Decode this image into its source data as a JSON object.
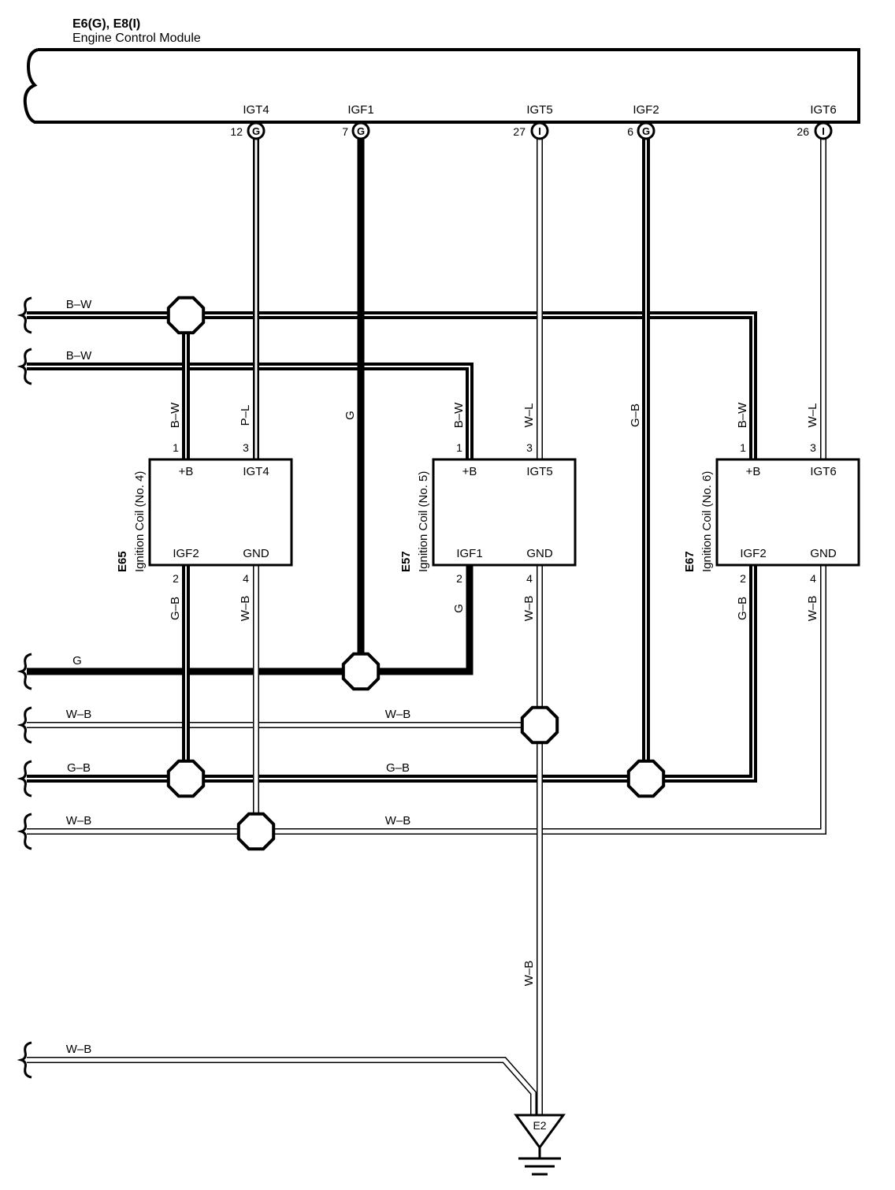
{
  "ecm": {
    "connector": "E6(G), E8(I)",
    "name": "Engine Control Module",
    "pins": [
      {
        "signal": "IGT4",
        "number": "12",
        "connector": "G"
      },
      {
        "signal": "IGF1",
        "number": "7",
        "connector": "G",
        "wire": "G"
      },
      {
        "signal": "IGT5",
        "number": "27",
        "connector": "I"
      },
      {
        "signal": "IGF2",
        "number": "6",
        "connector": "G",
        "wire": "G–B"
      },
      {
        "signal": "IGT6",
        "number": "26",
        "connector": "I"
      }
    ]
  },
  "coils": [
    {
      "id": "E65",
      "name": "Ignition Coil (No. 4)",
      "terminals": [
        {
          "name": "+B",
          "pin": "1",
          "wire": "B–W"
        },
        {
          "name": "IGT4",
          "pin": "3",
          "wire": "P–L"
        },
        {
          "name": "IGF2",
          "pin": "2",
          "wire": "G–B"
        },
        {
          "name": "GND",
          "pin": "4",
          "wire": "W–B"
        }
      ]
    },
    {
      "id": "E57",
      "name": "Ignition Coil (No. 5)",
      "terminals": [
        {
          "name": "+B",
          "pin": "1",
          "wire": "B–W"
        },
        {
          "name": "IGT5",
          "pin": "3",
          "wire": "W–L"
        },
        {
          "name": "IGF1",
          "pin": "2",
          "wire": "G"
        },
        {
          "name": "GND",
          "pin": "4",
          "wire": "W–B"
        }
      ]
    },
    {
      "id": "E67",
      "name": "Ignition Coil (No. 6)",
      "terminals": [
        {
          "name": "+B",
          "pin": "1",
          "wire": "B–W"
        },
        {
          "name": "IGT6",
          "pin": "3",
          "wire": "W–L"
        },
        {
          "name": "IGF2",
          "pin": "2",
          "wire": "G–B"
        },
        {
          "name": "GND",
          "pin": "4",
          "wire": "W–B"
        }
      ]
    }
  ],
  "harness": [
    {
      "labels": [
        "B–W"
      ]
    },
    {
      "labels": [
        "B–W"
      ]
    },
    {
      "labels": [
        "G"
      ]
    },
    {
      "labels": [
        "W–B",
        "W–B"
      ]
    },
    {
      "labels": [
        "G–B",
        "G–B"
      ]
    },
    {
      "labels": [
        "W–B",
        "W–B"
      ]
    },
    {
      "labels": [
        "W–B"
      ]
    }
  ],
  "ground": {
    "id": "E2",
    "wire": "W–B"
  },
  "colors": {
    "ink": "#000000",
    "paper": "#ffffff"
  }
}
